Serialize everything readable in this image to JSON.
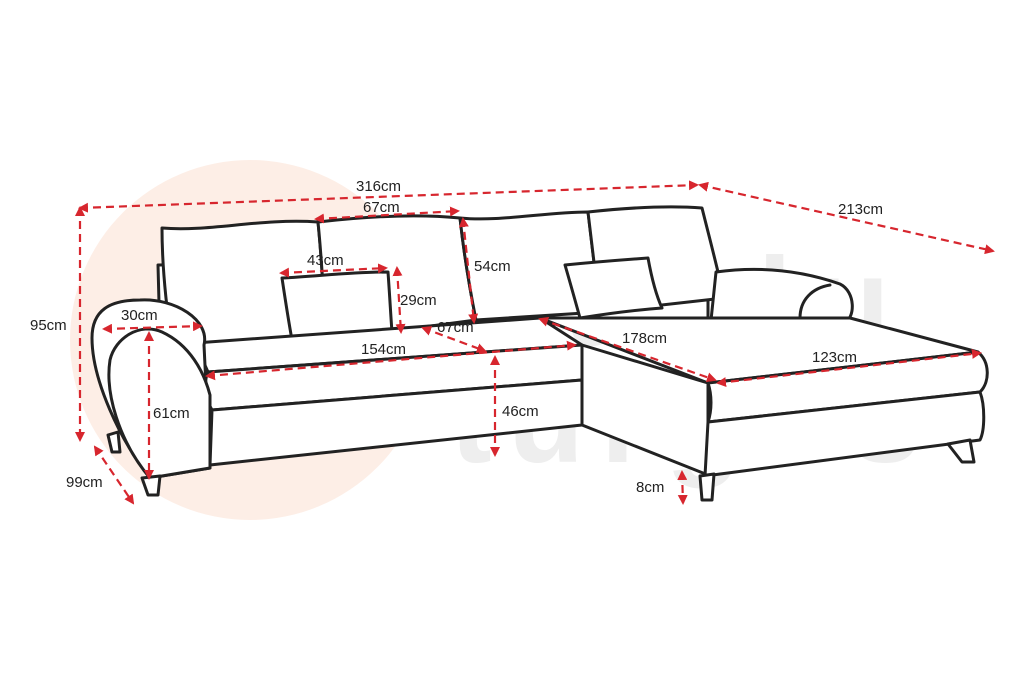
{
  "colors": {
    "accent": "#d7262e",
    "outline": "#222222",
    "watermark_circle": "#fdeee6",
    "watermark_text": "#eeeeee"
  },
  "watermark": {
    "line1": "baldu",
    "line2": "turgus"
  },
  "dimensions": {
    "total_length": "316cm",
    "total_depth": "213cm",
    "height": "95cm",
    "depth": "99cm",
    "armrest_width": "30cm",
    "armrest_height": "61cm",
    "cushion_width": "67cm",
    "cushion_height": "54cm",
    "pillow_width": "43cm",
    "pillow_height": "29cm",
    "seat_depth": "67cm",
    "seat_width": "154cm",
    "chaise_length": "178cm",
    "chaise_width": "123cm",
    "seat_height": "46cm",
    "leg_height": "8cm"
  }
}
